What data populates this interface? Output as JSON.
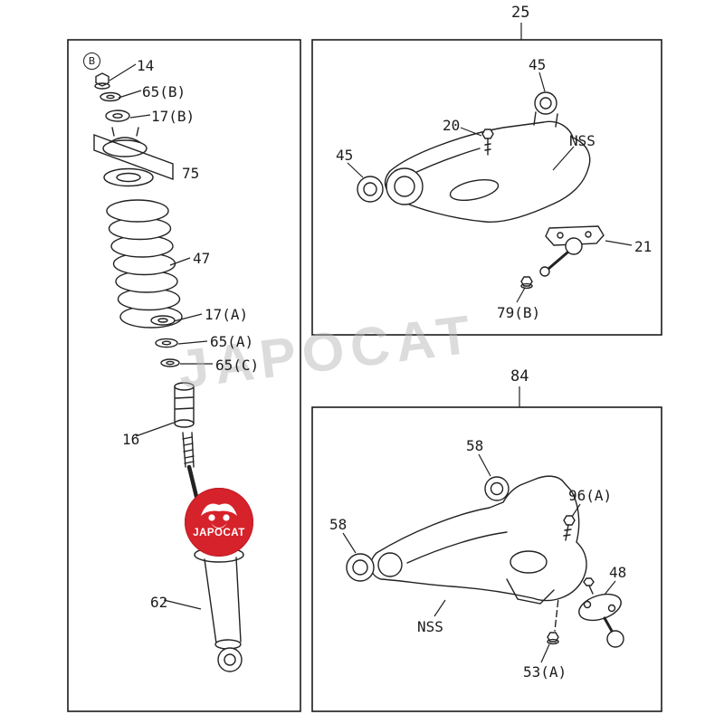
{
  "watermark": "JAPOCAT",
  "logo_text": "JAPOCAT",
  "panels": {
    "left": {
      "corner_label": "B",
      "labels": {
        "n14": "14",
        "n65b": "65(B)",
        "n17b": "17(B)",
        "n75": "75",
        "n47": "47",
        "n17a": "17(A)",
        "n65a": "65(A)",
        "n65c": "65(C)",
        "n16": "16",
        "n62": "62"
      }
    },
    "upper_arm": {
      "panel_number": "25",
      "labels": {
        "n45_top": "45",
        "n20": "20",
        "n45_left": "45",
        "nss": "NSS",
        "n21": "21",
        "n79b": "79(B)"
      }
    },
    "lower_arm": {
      "panel_number": "84",
      "labels": {
        "n58_top": "58",
        "n58_left": "58",
        "n96a": "96(A)",
        "n48": "48",
        "nss": "NSS",
        "n53a": "53(A)"
      }
    }
  }
}
